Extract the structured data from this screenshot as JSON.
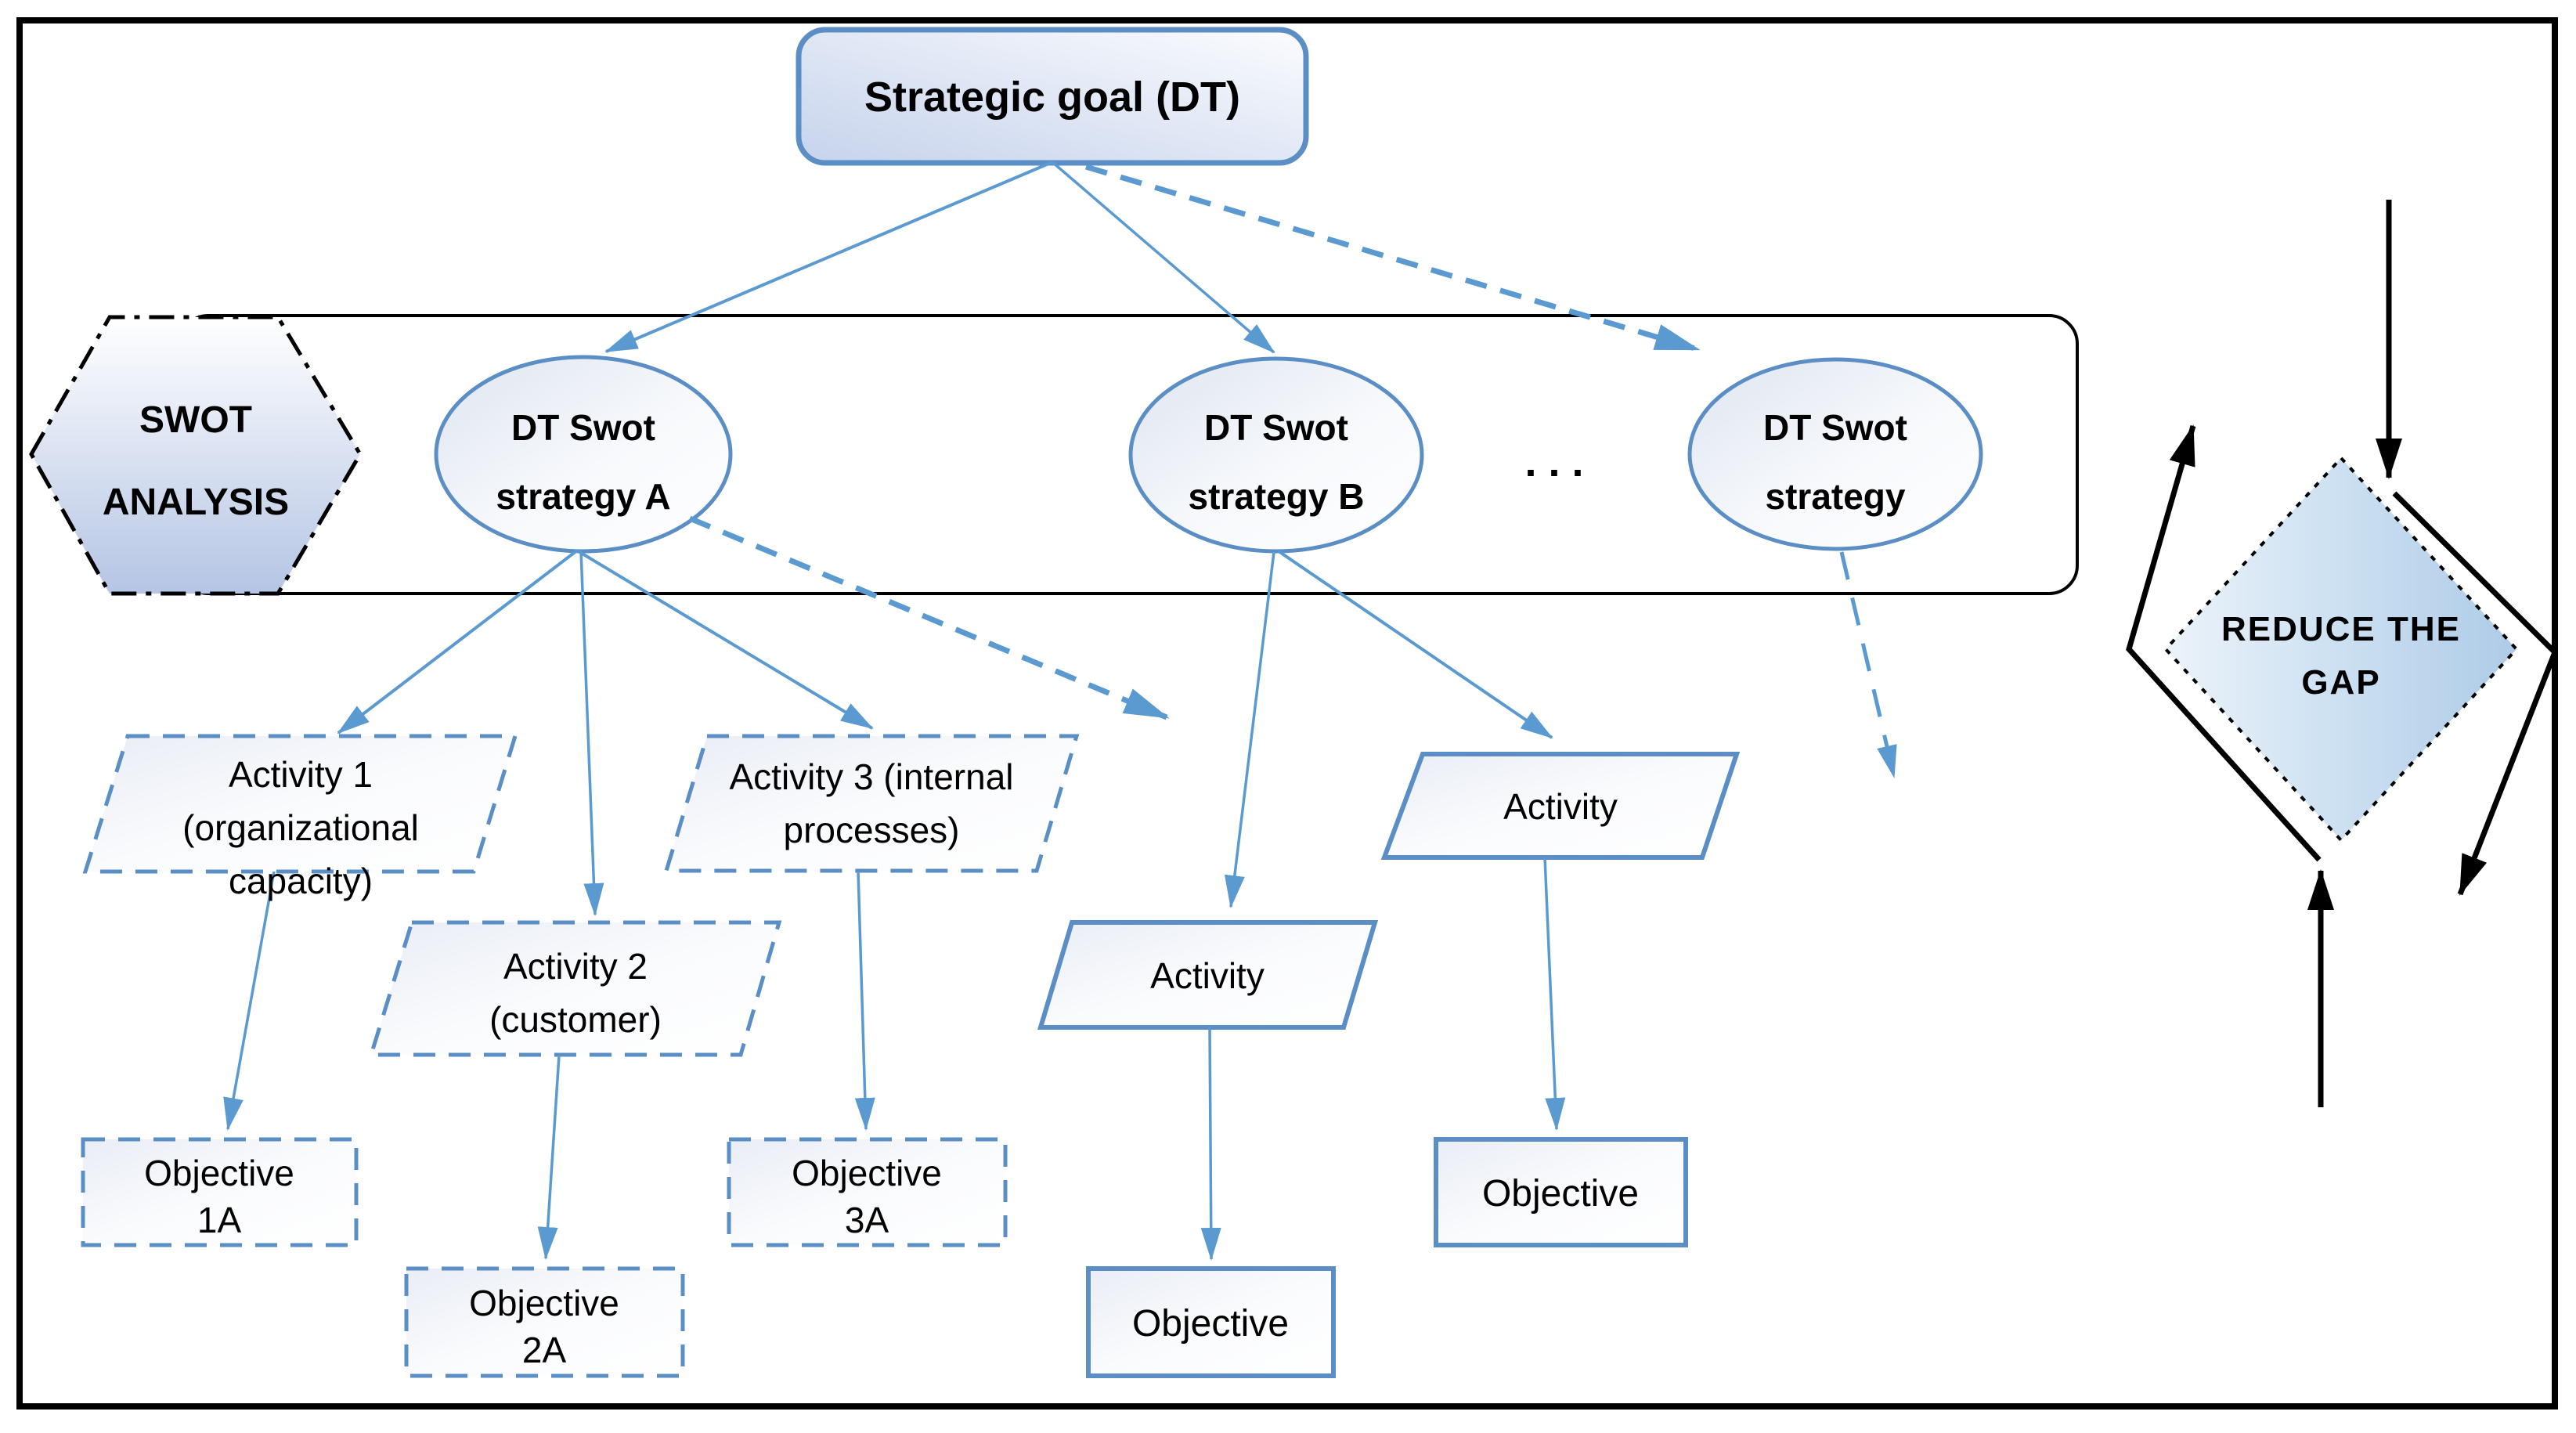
{
  "figure": {
    "title_box": "Strategic goal (DT)",
    "swot_hex": [
      "SWOT",
      "ANALYSIS"
    ],
    "strategy_a": [
      "DT Swot",
      "strategy A"
    ],
    "strategy_b": [
      "DT Swot",
      "strategy B"
    ],
    "strategy_n": [
      "DT Swot",
      "strategy"
    ],
    "ellipsis": ". . .",
    "activity1": [
      "Activity 1",
      "(organizational",
      "capacity)"
    ],
    "activity2": [
      "Activity 2",
      "(customer)"
    ],
    "activity3": [
      "Activity 3 (internal",
      "processes)"
    ],
    "activity_b1": "Activity",
    "activity_b2": "Activity",
    "objective_1a": [
      "Objective",
      "1A"
    ],
    "objective_2a": [
      "Objective",
      "2A"
    ],
    "objective_3a": [
      "Objective",
      "3A"
    ],
    "objective_b1": "Objective",
    "objective_b2": "Objective",
    "gap_diamond": [
      "REDUCE THE",
      "GAP"
    ]
  },
  "colors": {
    "shape_border_blue": "#5b8ec4",
    "arrow_blue": "#5b9ad0",
    "outline_black": "#000000"
  }
}
